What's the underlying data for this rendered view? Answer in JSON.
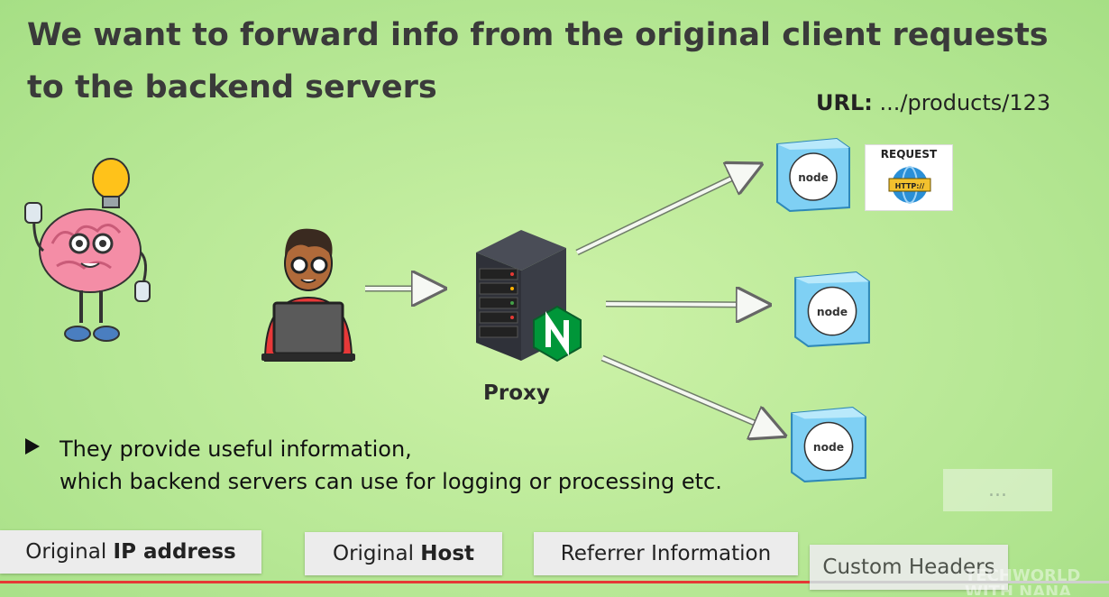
{
  "slide": {
    "title": "We want to forward info from the original client requests to the backend servers",
    "url_label": "URL:",
    "url_value": " .../products/123",
    "request_label": "REQUEST",
    "http_label": "HTTP://",
    "node_label": "node",
    "proxy_label": "Proxy",
    "bullet_line1": "They provide useful information,",
    "bullet_line2": "which backend servers can use for logging or processing etc.",
    "ellipsis": "...",
    "tags": {
      "ip_prefix": "Original ",
      "ip_bold": "IP address",
      "host_prefix": "Original ",
      "host_bold": "Host",
      "referrer": "Referrer Information",
      "custom": "Custom Headers"
    },
    "watermark": "TECHWORLD WITH NANA"
  },
  "player": {
    "progress_fraction": 0.73
  },
  "colors": {
    "accent_red": "#e53935",
    "nginx_green": "#009639",
    "node_cube": "#6ec6f0",
    "background": "#b8e896"
  },
  "icons": [
    "brain-mascot-icon",
    "lightbulb-icon",
    "developer-laptop-icon",
    "server-rack-icon",
    "nginx-icon",
    "node-cube-icon",
    "globe-http-icon",
    "arrow-right-icon"
  ]
}
